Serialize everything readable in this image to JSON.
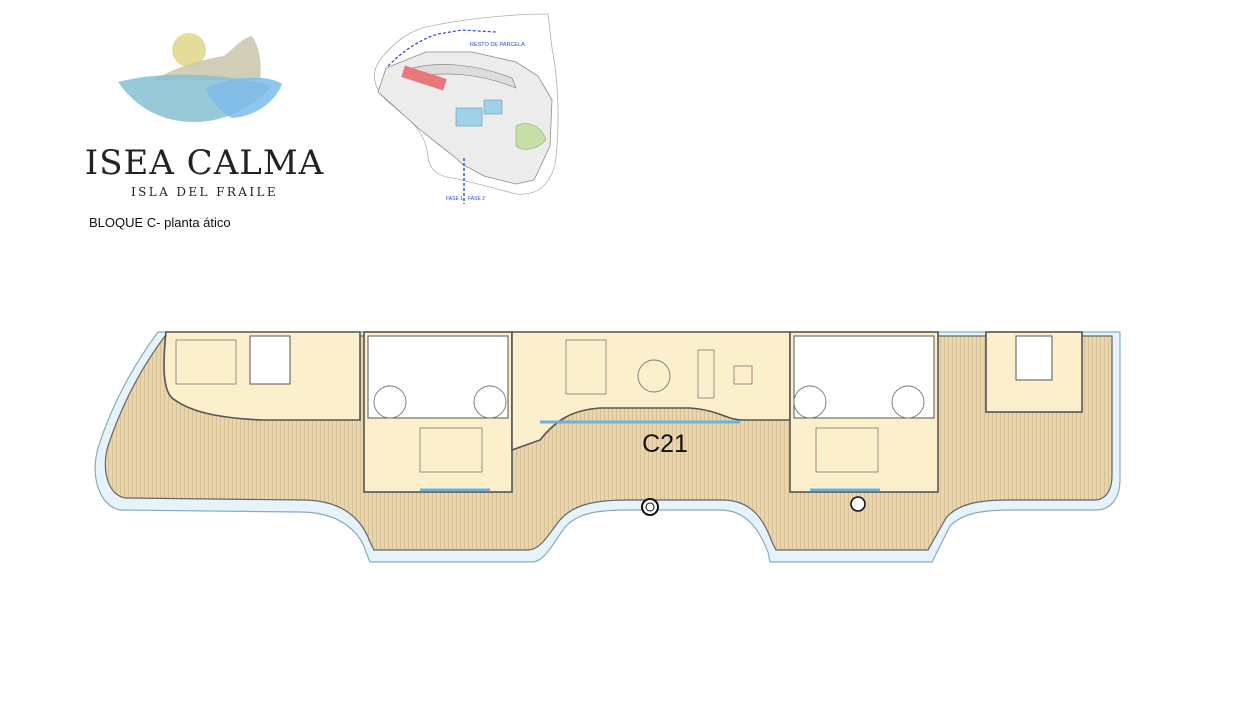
{
  "brand": {
    "name": "ISEA CALMA",
    "subtitle": "ISLA DEL FRAILE",
    "colors": {
      "sun": "#e6dc9a",
      "mountain": "#cdc8ae",
      "sea": "#86bfd1",
      "water": "#7dbbea"
    }
  },
  "block_caption": "BLOQUE C- planta ático",
  "site_map": {
    "label_parcel": "RESTO DE PARCELA",
    "label_phase1": "FASE 1",
    "label_phase2": "FASE 2",
    "highlight_color": "#e8787a",
    "boundary_color": "#2f49c8"
  },
  "plan": {
    "unit_label": "C21",
    "colors": {
      "terrace": "#e9d4ac",
      "interior": "#fcf0cc",
      "wall": "#555555",
      "glass": "#6db0db"
    }
  }
}
